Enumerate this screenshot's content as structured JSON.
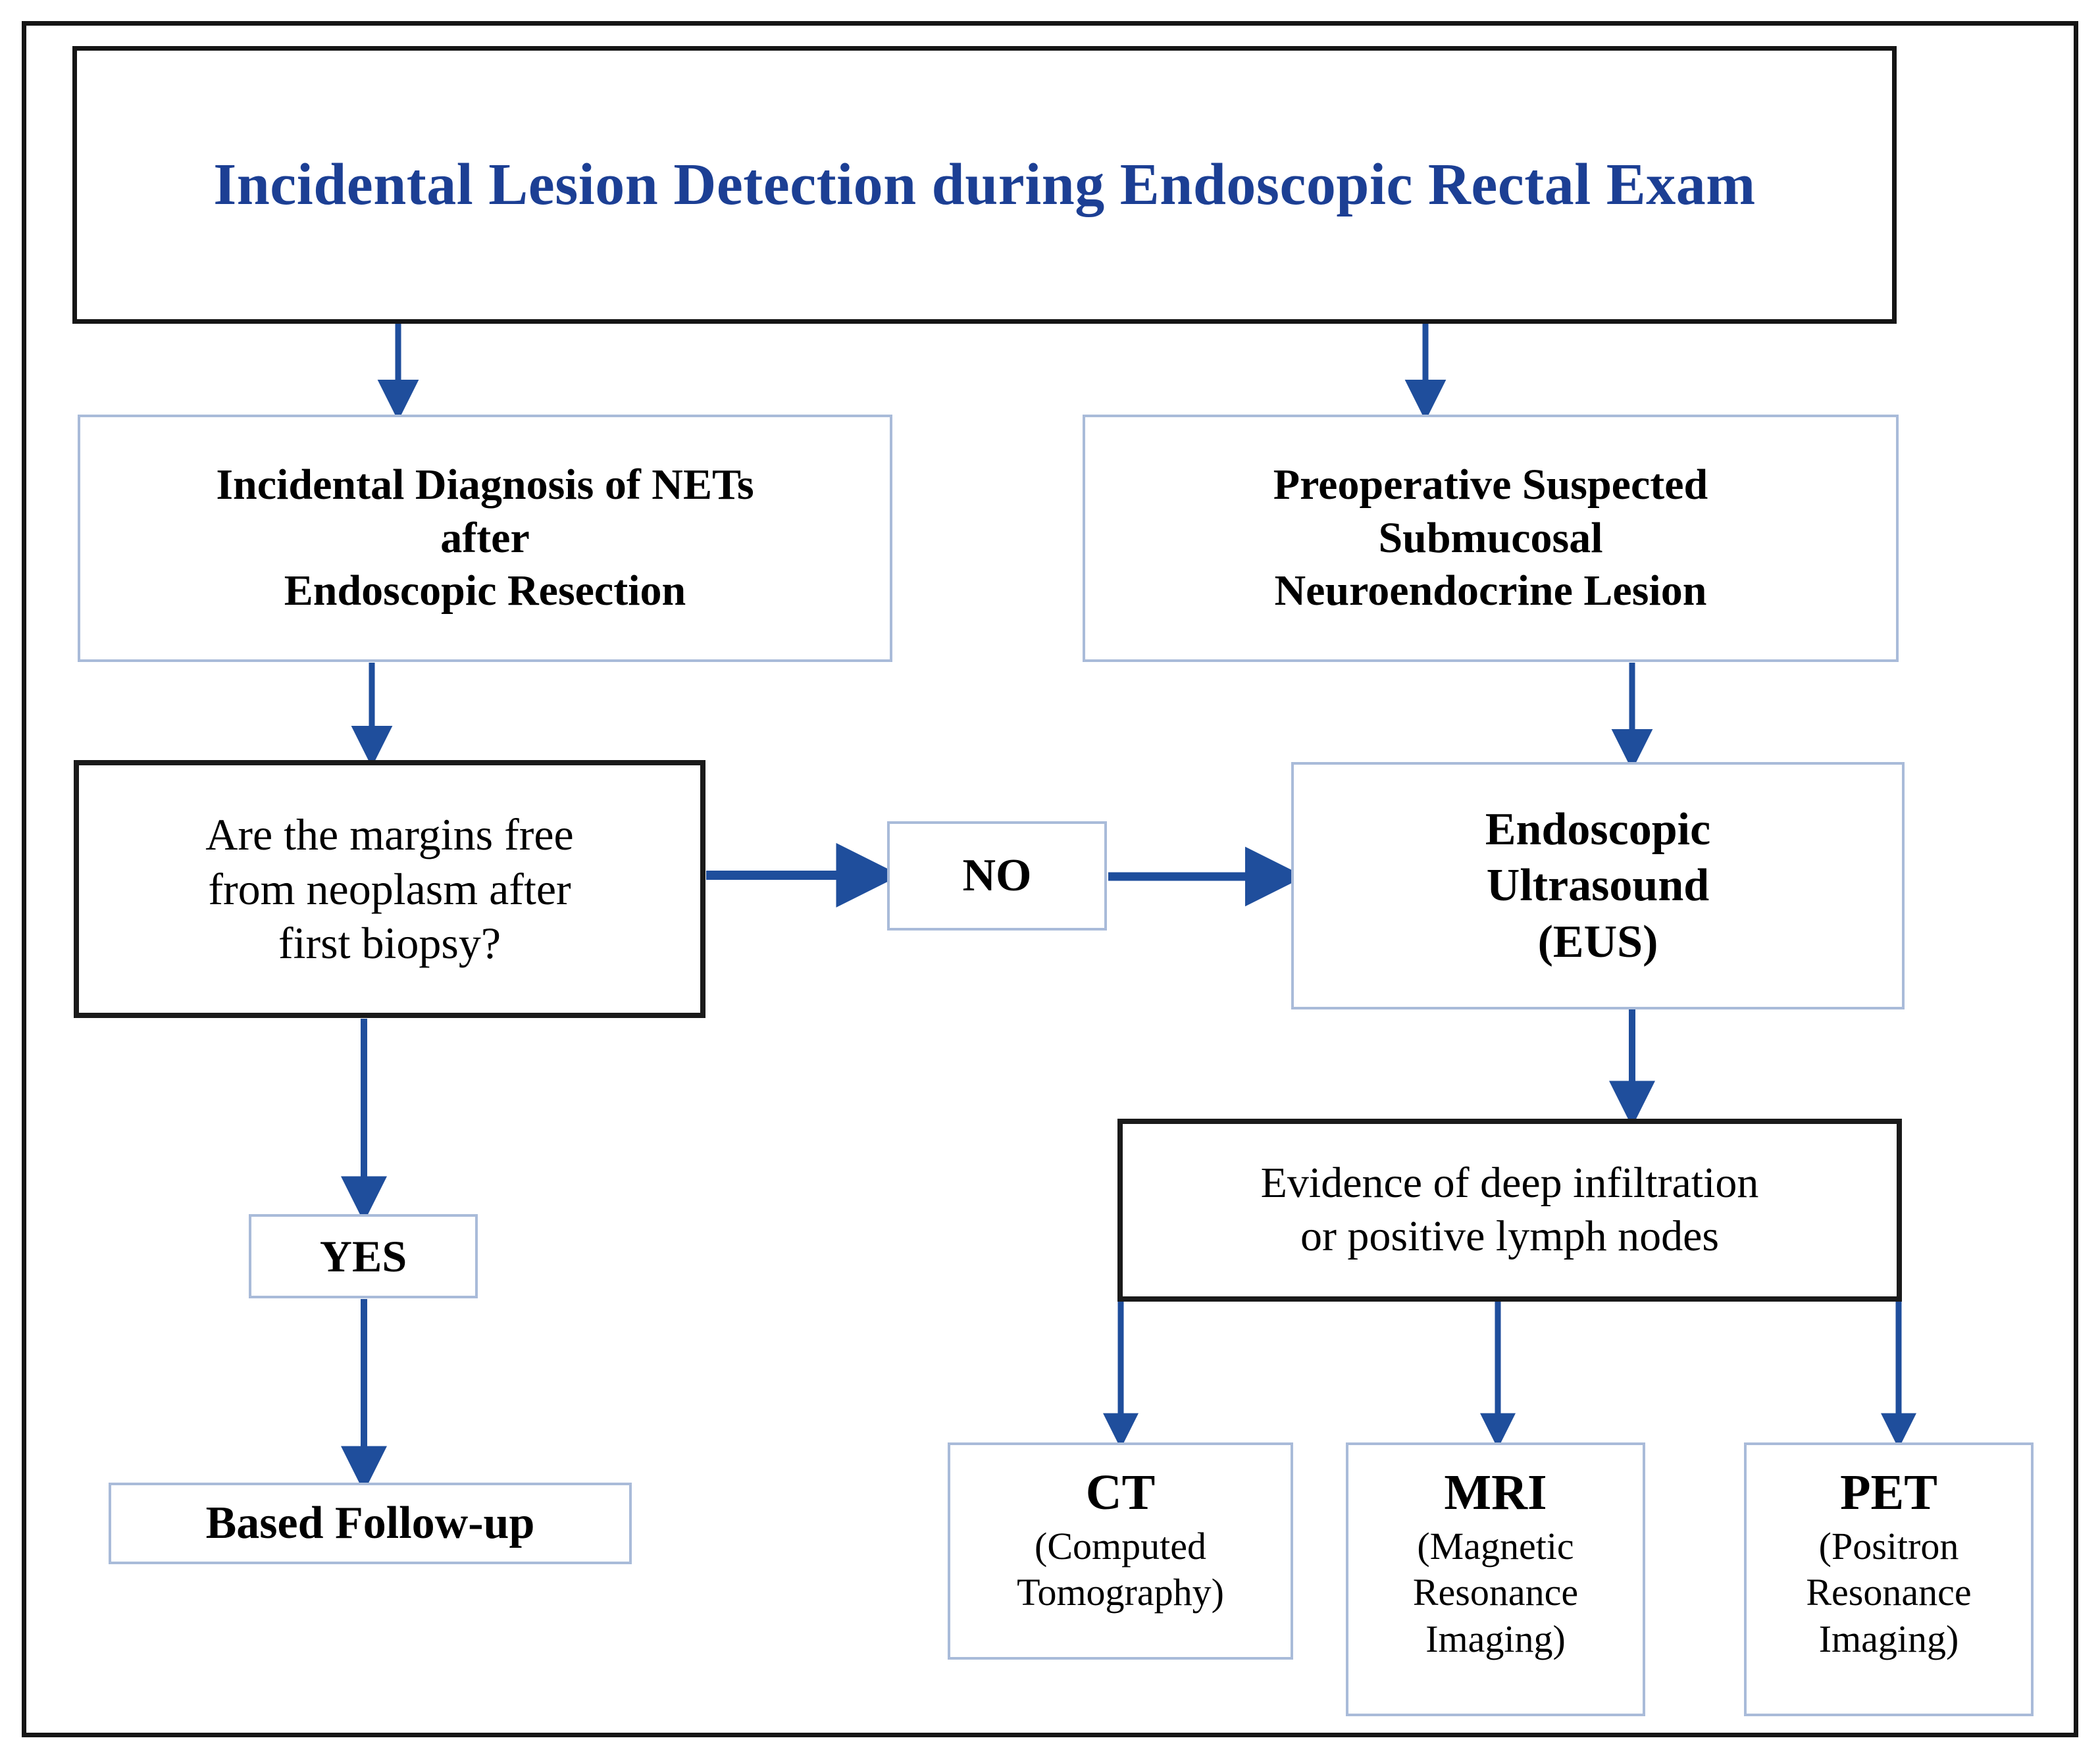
{
  "diagram": {
    "title": "Incidental Lesion Detection during Endoscopic Rectal Exam",
    "accent_color": "#1c3f94",
    "box_border_light": "#a9bbd9",
    "box_border_dark": "#1a1a1a",
    "arrow_color": "#1f4e9c",
    "nodes": {
      "root": {
        "label": "Incidental Lesion Detection during Endoscopic Rectal Exam"
      },
      "incidental_diagnosis": {
        "line1": "Incidental Diagnosis of NETs",
        "line2": "after",
        "line3": "Endoscopic Resection"
      },
      "preoperative_suspected": {
        "line1": "Preoperative Suspected",
        "line2": "Submucosal",
        "line3": "Neuroendocrine Lesion"
      },
      "margins_question": {
        "line1": "Are the margins free",
        "line2": "from neoplasm after",
        "line3": "first biopsy?"
      },
      "no_branch": {
        "label": "NO"
      },
      "yes_branch": {
        "label": "YES"
      },
      "eus": {
        "line1": "Endoscopic",
        "line2": "Ultrasound",
        "line3": "(EUS)"
      },
      "evidence": {
        "line1": "Evidence of deep infiltration",
        "line2": "or positive lymph nodes"
      },
      "followup": {
        "label": "Based Follow-up"
      },
      "ct": {
        "acronym": "CT",
        "line1": "(Computed",
        "line2": "Tomography)"
      },
      "mri": {
        "acronym": "MRI",
        "line1": "(Magnetic",
        "line2": "Resonance",
        "line3": "Imaging)"
      },
      "pet": {
        "acronym": "PET",
        "line1": "(Positron",
        "line2": "Resonance",
        "line3": "Imaging)"
      }
    }
  }
}
